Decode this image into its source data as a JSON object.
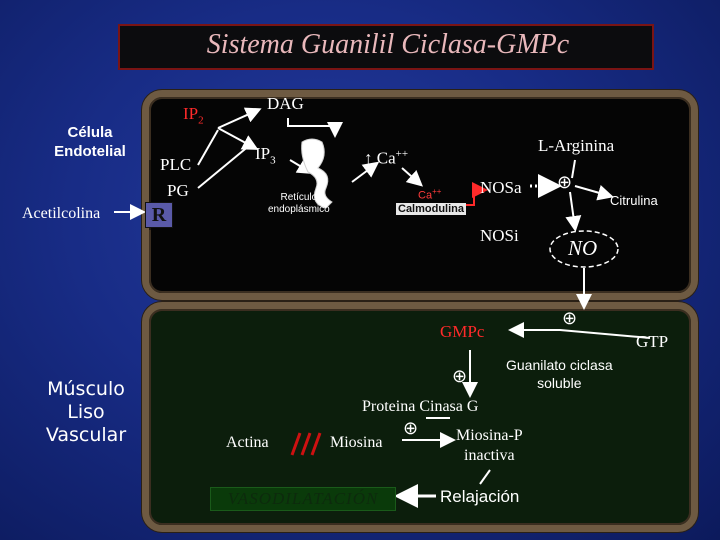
{
  "title": "Sistema Guanilil Ciclasa-GMPc",
  "left_labels": {
    "celula_endotelial": [
      "Célula",
      "Endotelial"
    ],
    "acetilcolina": "Acetilcolina",
    "musculo_liso": [
      "Músculo Liso",
      "Vascular"
    ]
  },
  "endothelial": {
    "ip2": "IP",
    "ip2_sub": "2",
    "dag": "DAG",
    "ip3": "IP",
    "ip3_sub": "3",
    "plc": "PLC",
    "pg": "PG",
    "r": "R",
    "reticulo": [
      "Retículo",
      "endoplásmico"
    ],
    "ca_arrow": "↑",
    "ca": "Ca",
    "ca_sup": "++",
    "ca_calm": "Ca",
    "ca_calm_sup": "++",
    "calmodulina": "Calmodulina",
    "nosa": "NOSa",
    "nosi": "NOSi",
    "l_arginina": "L-Arginina",
    "citrulina": "Citrulina",
    "no": "NO",
    "plus": "⊕"
  },
  "muscle": {
    "gmpc": "GMPc",
    "gtp": "GTP",
    "guanilato": [
      "Guanilato ciclasa",
      "soluble"
    ],
    "proteina_cinasa": "Proteina Cinasa G",
    "actina": "Actina",
    "miosina": "Miosina",
    "miosina_p": [
      "Miosina-P",
      "inactiva"
    ],
    "vasodilatacion": "VASODILATACIÓN",
    "relajacion": "Relajación",
    "plus": "⊕"
  },
  "colors": {
    "background": "#1a2e8c",
    "title_text": "#e9b8bb",
    "cell_border": "#6e5a42",
    "ca_calm_text": "#ff3b3b",
    "r_box": "#5a5aa8",
    "vaso_box": "#0a3a0a",
    "arrow": "#ffffff"
  }
}
